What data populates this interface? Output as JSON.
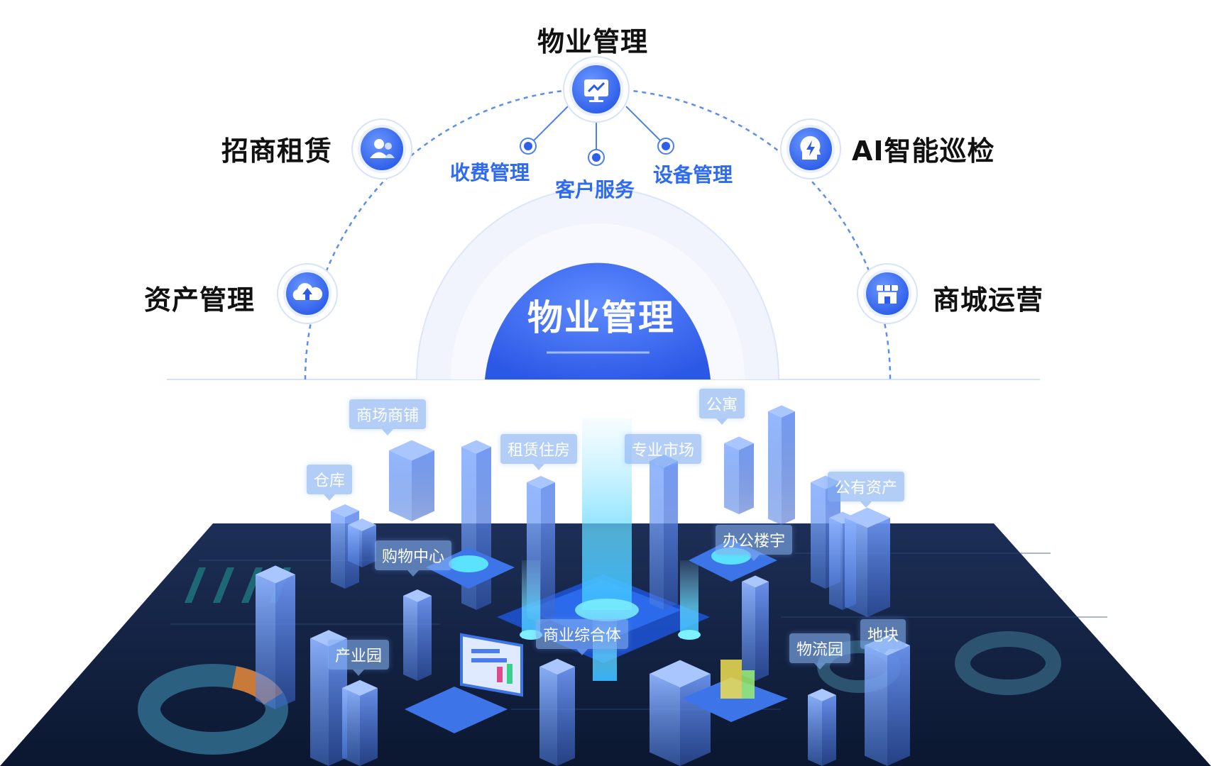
{
  "diagram": {
    "top": {
      "title": "物业管理",
      "icon": "monitor-chart-icon"
    },
    "left_nodes": [
      {
        "title": "招商租赁",
        "icon": "users-icon"
      },
      {
        "title": "资产管理",
        "icon": "cloud-upload-icon"
      }
    ],
    "right_nodes": [
      {
        "title": "AI智能巡检",
        "icon": "ai-brain-icon"
      },
      {
        "title": "商城运营",
        "icon": "shop-icon"
      }
    ],
    "sub_items": [
      "收费管理",
      "客户服务",
      "设备管理"
    ],
    "center": {
      "title": "物业管理"
    }
  },
  "city_tags": [
    "商场商铺",
    "仓库",
    "租赁住房",
    "专业市场",
    "公寓",
    "公有资产",
    "购物中心",
    "办公楼宇",
    "商业综合体",
    "产业园",
    "物流园",
    "地块"
  ],
  "colors": {
    "accent": "#2f6bf0",
    "center_blue": "#3d6cf0",
    "dashed_arc": "#5a8ff0",
    "dark_ground": "#0d1a36",
    "building": "#6e9cf2"
  }
}
